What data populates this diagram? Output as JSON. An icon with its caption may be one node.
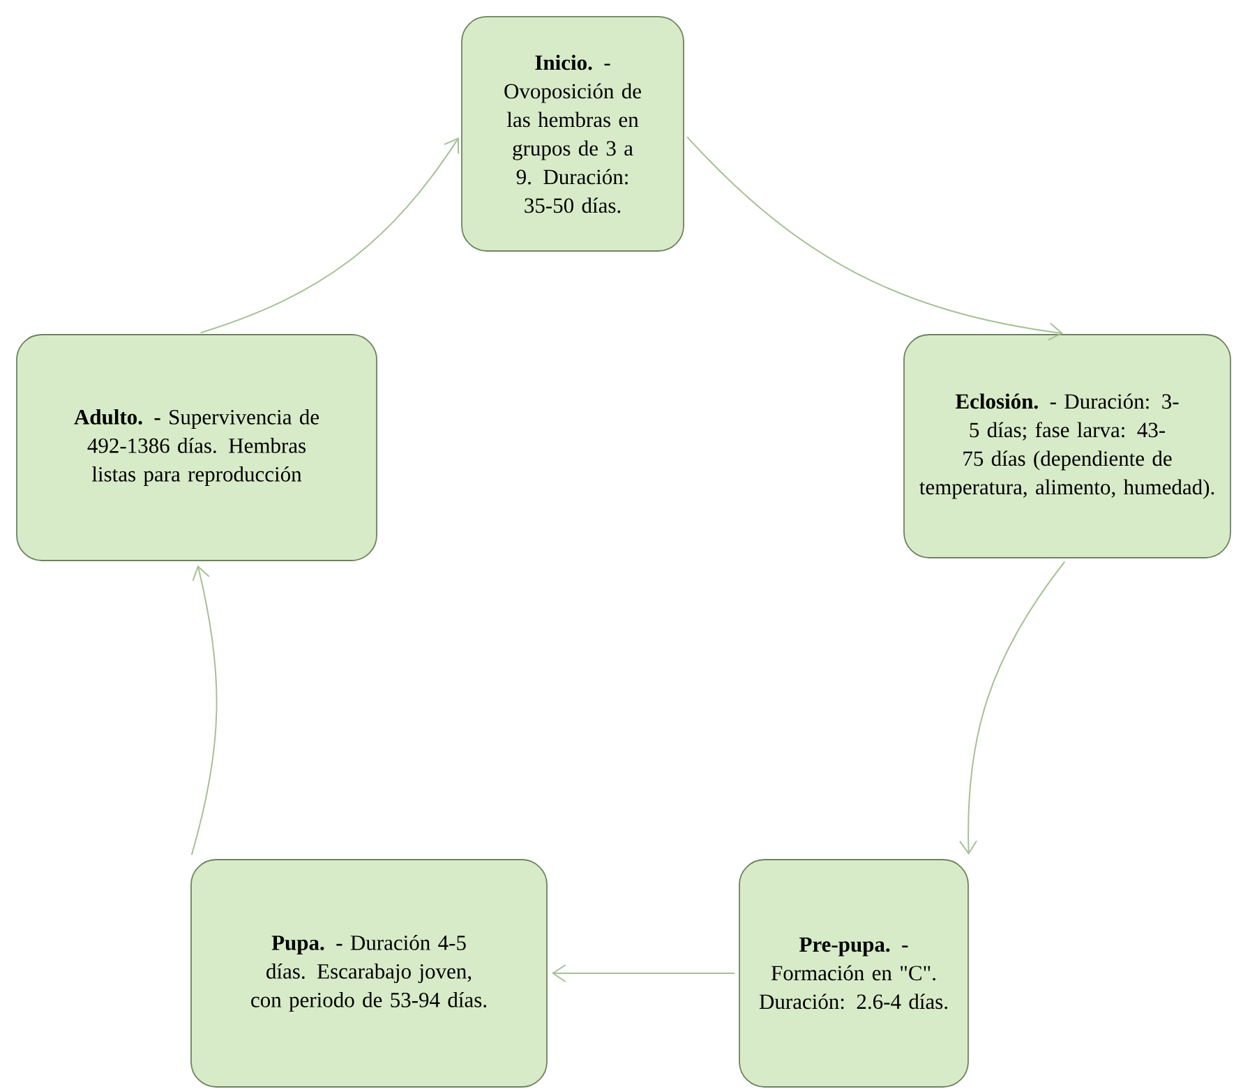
{
  "diagram": {
    "nodes": [
      {
        "text": [
          "**Inicio.** - Ovoposición de las hembras en grupos de 3 a 9. Duración: 35-50 días."
        ]
      },
      {
        "text": [
          "**Eclosión.** - Duración: 3-5 días; fase larva: 43-75 días (dependiente de temperatura, alimento, humedad)."
        ]
      },
      {
        "text": [
          "**Pre-pupa. -** Formación en \"C\". Duración: 2.6-4 días."
        ]
      },
      {
        "text": [
          "**Pupa. -** Duración 4-5 días. Escarabajo joven, con periodo de 53-94 días."
        ]
      },
      {
        "text": [
          "**Adulto. -** Supervivencia de 492-1386 días. Hembras listas para reproducción"
        ]
      }
    ],
    "edges": [
      {
        "from": 0,
        "to": 1,
        "arrow": "to"
      },
      {
        "from": 1,
        "to": 2,
        "arrow": "to"
      },
      {
        "from": 2,
        "to": 3,
        "arrow": "to"
      },
      {
        "from": 3,
        "to": 4,
        "arrow": "to"
      },
      {
        "from": 4,
        "to": 0,
        "arrow": "to"
      }
    ]
  }
}
